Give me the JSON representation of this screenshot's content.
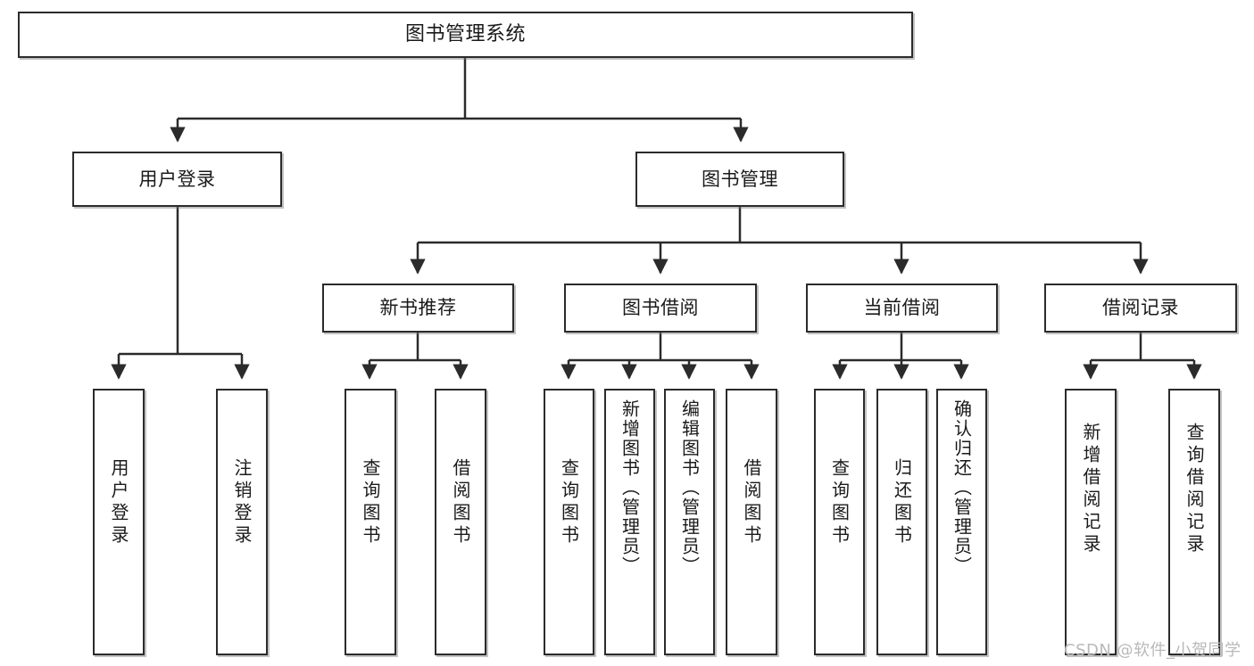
{
  "diagram": {
    "type": "tree-hierarchy",
    "title": "图书管理系统",
    "watermark": "CSDN @软件_小贺同学",
    "colors": {
      "stroke": "#2b2b2b",
      "fill": "#ffffff",
      "text": "#1a1a1a",
      "watermark": "#b9b9b9"
    },
    "nodes": {
      "root": {
        "label": "图书管理系统"
      },
      "level2": [
        {
          "id": "user-login",
          "label": "用户登录"
        },
        {
          "id": "book-manage",
          "label": "图书管理"
        }
      ],
      "level3": [
        {
          "id": "new-book-rec",
          "label": "新书推荐"
        },
        {
          "id": "book-borrow",
          "label": "图书借阅"
        },
        {
          "id": "current-borrow",
          "label": "当前借阅"
        },
        {
          "id": "borrow-record",
          "label": "借阅记录"
        }
      ],
      "leaves": {
        "user-login": [
          {
            "id": "leaf-user-login",
            "label": "用户登录"
          },
          {
            "id": "leaf-logout",
            "label": "注销登录"
          }
        ],
        "new-book-rec": [
          {
            "id": "leaf-query-book-1",
            "label": "查询图书"
          },
          {
            "id": "leaf-borrow-book-1",
            "label": "借阅图书"
          }
        ],
        "book-borrow": [
          {
            "id": "leaf-query-book-2",
            "label": "查询图书"
          },
          {
            "id": "leaf-add-book",
            "label": "新增图书（管理员）"
          },
          {
            "id": "leaf-edit-book",
            "label": "编辑图书（管理员）"
          },
          {
            "id": "leaf-borrow-book-2",
            "label": "借阅图书"
          }
        ],
        "current-borrow": [
          {
            "id": "leaf-query-book-3",
            "label": "查询图书"
          },
          {
            "id": "leaf-return-book",
            "label": "归还图书"
          },
          {
            "id": "leaf-confirm-return",
            "label": "确认归还（管理员）"
          }
        ],
        "borrow-record": [
          {
            "id": "leaf-add-record",
            "label": "新增借阅记录"
          },
          {
            "id": "leaf-query-record",
            "label": "查询借阅记录"
          }
        ]
      }
    },
    "edges": [
      {
        "from": "root",
        "to": "user-login"
      },
      {
        "from": "root",
        "to": "book-manage"
      },
      {
        "from": "user-login",
        "to": "leaf-user-login"
      },
      {
        "from": "user-login",
        "to": "leaf-logout"
      },
      {
        "from": "book-manage",
        "to": "new-book-rec"
      },
      {
        "from": "book-manage",
        "to": "book-borrow"
      },
      {
        "from": "book-manage",
        "to": "current-borrow"
      },
      {
        "from": "book-manage",
        "to": "borrow-record"
      },
      {
        "from": "new-book-rec",
        "to": "leaf-query-book-1"
      },
      {
        "from": "new-book-rec",
        "to": "leaf-borrow-book-1"
      },
      {
        "from": "book-borrow",
        "to": "leaf-query-book-2"
      },
      {
        "from": "book-borrow",
        "to": "leaf-add-book"
      },
      {
        "from": "book-borrow",
        "to": "leaf-edit-book"
      },
      {
        "from": "book-borrow",
        "to": "leaf-borrow-book-2"
      },
      {
        "from": "current-borrow",
        "to": "leaf-query-book-3"
      },
      {
        "from": "current-borrow",
        "to": "leaf-return-book"
      },
      {
        "from": "current-borrow",
        "to": "leaf-confirm-return"
      },
      {
        "from": "borrow-record",
        "to": "leaf-add-record"
      },
      {
        "from": "borrow-record",
        "to": "leaf-query-record"
      }
    ]
  }
}
